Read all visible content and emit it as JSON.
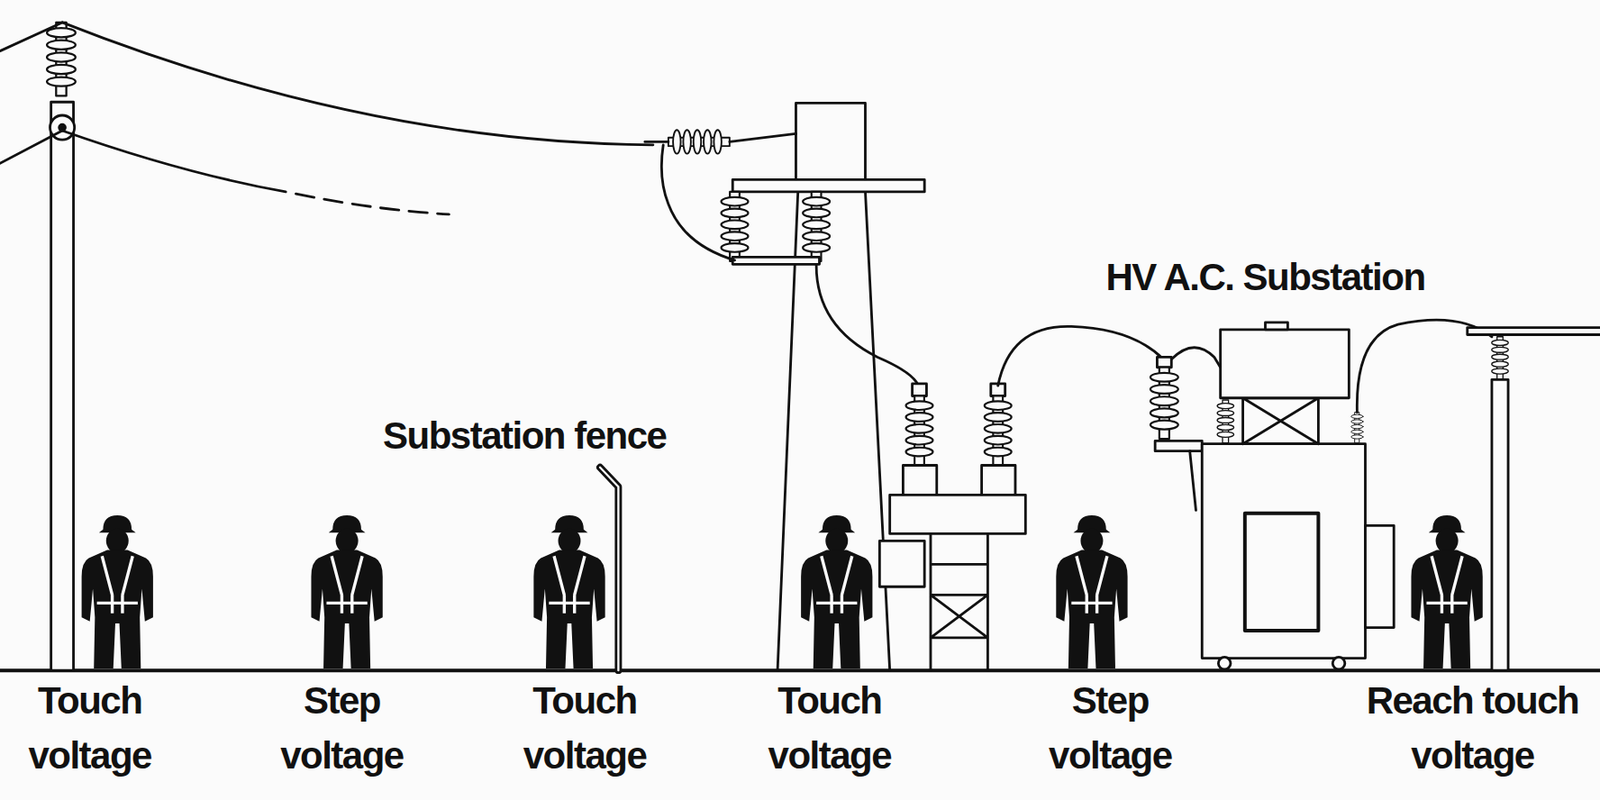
{
  "diagram": {
    "labels": [
      "HV A.C. Substation",
      "Substation fence",
      "Touch voltage",
      "Step voltage",
      "Touch voltage",
      "Touch voltage",
      "Step voltage",
      "Reach touch voltage"
    ]
  }
}
